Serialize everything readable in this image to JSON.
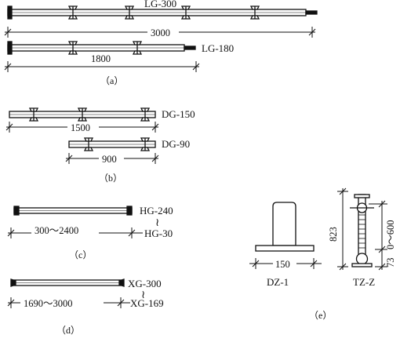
{
  "panel_a": {
    "caption": "（a）",
    "top_label": "LG-300",
    "top_dim": "3000",
    "bottom_label": "LG-180",
    "bottom_dim": "1800"
  },
  "panel_b": {
    "caption": "（b）",
    "top_label": "DG-150",
    "top_dim": "1500",
    "bottom_label": "DG-90",
    "bottom_dim": "900"
  },
  "panel_c": {
    "caption": "（c）",
    "label_top": "HG-240",
    "tilde": "≀",
    "label_bottom": "HG-30",
    "dim": "300～2400"
  },
  "panel_d": {
    "caption": "（d）",
    "label_top": "XG-300",
    "tilde": "≀",
    "label_bottom": "XG-169",
    "dim": "1690～3000"
  },
  "panel_e": {
    "caption": "（e）",
    "base_dim": "150",
    "base_label": "DZ-1",
    "jack_label": "TZ-Z",
    "height_dim": "823",
    "bottom_dim": "73",
    "range_dim": "0～600"
  }
}
